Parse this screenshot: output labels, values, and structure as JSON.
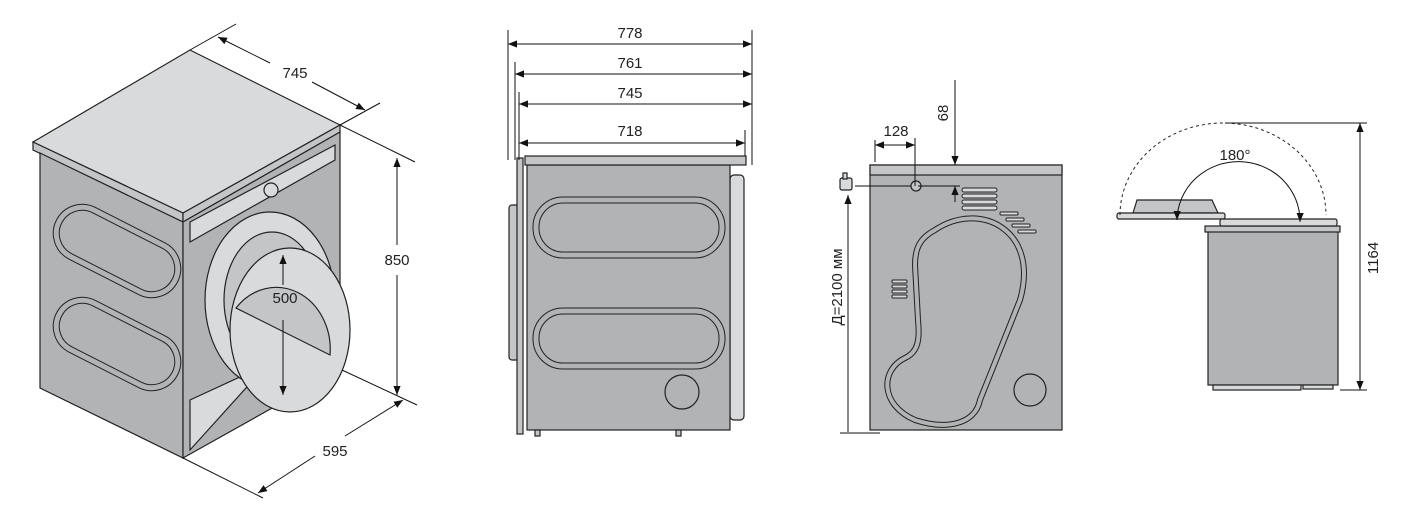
{
  "views": {
    "isometric": {
      "width_depth": "745",
      "height": "850",
      "width": "595",
      "door_diameter": "500"
    },
    "side": {
      "dim_1": "778",
      "dim_2": "761",
      "dim_3": "745",
      "dim_4": "718"
    },
    "back": {
      "cord_offset": "128",
      "top_offset": "68",
      "cord_length": "Д=2100 мм"
    },
    "lid_open": {
      "angle": "180°",
      "total_height": "1164"
    }
  },
  "colors": {
    "body": "#b1b3b5",
    "light": "#d9dadb",
    "line": "#111111"
  }
}
